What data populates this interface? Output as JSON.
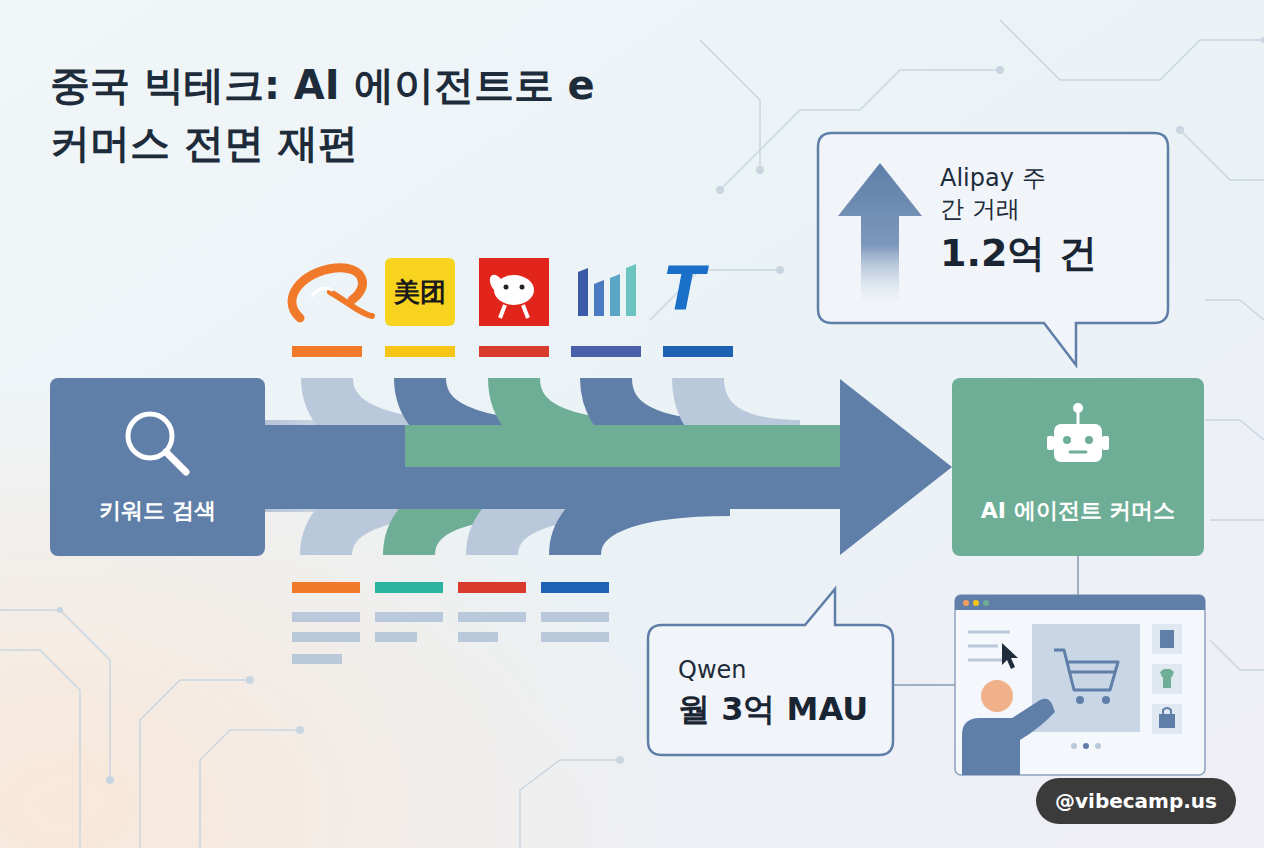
{
  "diagram": {
    "title": "중국 빅테크: AI 에이전트로 e커머스 전면 재편",
    "nodes": [
      {
        "text": [
          "Alipay 주간 거래",
          "1.2억 건"
        ]
      },
      {
        "text": [
          "美团"
        ]
      },
      {
        "text": [
          "키워드 검색"
        ]
      },
      {
        "text": [
          "AI 에이전트 커머스"
        ]
      },
      {
        "text": [
          "Qwen",
          "월 3억 MAU"
        ]
      }
    ],
    "edges": [
      {
        "from": 2,
        "to": 3,
        "arrow": "to"
      }
    ],
    "labels": [
      "T",
      "@vibecamp.us"
    ]
  }
}
